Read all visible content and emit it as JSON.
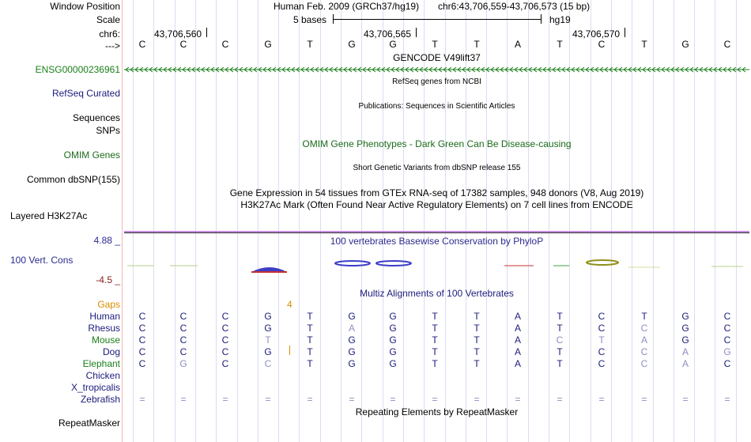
{
  "header": {
    "window_position_label": "Window Position",
    "scale_label": "Scale",
    "chrom_label": "chr6:",
    "arrow_label": "--->",
    "assembly_text": "Human Feb. 2009 (GRCh37/hg19)",
    "position_text": "chr6:43,706,559-43,706,573 (15 bp)",
    "scale_text": "5 bases",
    "db_text": "hg19",
    "coord_ticks": [
      "43,706,560",
      "43,706,565",
      "43,706,570"
    ],
    "reference_bases": [
      "C",
      "C",
      "C",
      "G",
      "T",
      "G",
      "G",
      "T",
      "T",
      "A",
      "T",
      "C",
      "T",
      "G",
      "C"
    ]
  },
  "tracks": {
    "gencode": {
      "title": "GENCODE V49lift37",
      "label": "ENSG00000236961",
      "color": "#1a7f1a"
    },
    "refseq": {
      "title": "RefSeq genes from NCBI",
      "label": "RefSeq Curated",
      "color": "#1b1b7c"
    },
    "publications": {
      "title": "Publications: Sequences in Scientific Articles",
      "label": "Sequences"
    },
    "snps": {
      "label": "SNPs"
    },
    "omim": {
      "title": "OMIM Gene Phenotypes - Dark Green Can Be Disease-causing",
      "label": "OMIM Genes",
      "color": "#1a6b1a"
    },
    "dbsnp": {
      "title": "Short Genetic Variants from dbSNP release 155",
      "label": "Common dbSNP(155)"
    },
    "gtex": {
      "title": "Gene Expression in 54 tissues from GTEx RNA-seq of 17382 samples, 948 donors (V8, Aug 2019)"
    },
    "h3k27ac": {
      "title": "H3K27Ac Mark (Often Found Near Active Regulatory Elements) on 7 cell lines from ENCODE",
      "label": "Layered H3K27Ac"
    },
    "phylop": {
      "title": "100 vertebrates Basewise Conservation by PhyloP",
      "label": "100 Vert. Cons",
      "max": "4.88 _",
      "min": "-4.5 _",
      "color": "#2b2b8f"
    },
    "multiz": {
      "title": "Multiz Alignments of 100 Vertebrates",
      "gaps_label": "Gaps",
      "gap_count": "4"
    },
    "repeatmasker": {
      "title": "Repeating Elements by RepeatMasker",
      "label": "RepeatMasker"
    }
  },
  "alignment": {
    "species": [
      {
        "name": "Human",
        "bases": [
          "C",
          "C",
          "C",
          "G",
          "T",
          "G",
          "G",
          "T",
          "T",
          "A",
          "T",
          "C",
          "T",
          "G",
          "C"
        ],
        "dim": []
      },
      {
        "name": "Rhesus",
        "bases": [
          "C",
          "C",
          "C",
          "G",
          "T",
          "A",
          "G",
          "T",
          "T",
          "A",
          "T",
          "C",
          "C",
          "G",
          "C"
        ],
        "dim": [
          5,
          12
        ]
      },
      {
        "name": "Mouse",
        "bases": [
          "C",
          "C",
          "C",
          "T",
          "T",
          "G",
          "G",
          "T",
          "T",
          "A",
          "C",
          "T",
          "A",
          "G",
          "C"
        ],
        "dim": [
          3,
          10,
          11,
          12
        ]
      },
      {
        "name": "Dog",
        "bases": [
          "C",
          "C",
          "C",
          "G",
          "T",
          "G",
          "G",
          "T",
          "T",
          "A",
          "T",
          "C",
          "C",
          "A",
          "G"
        ],
        "dim": [
          12,
          13,
          14
        ]
      },
      {
        "name": "Elephant",
        "bases": [
          "C",
          "G",
          "C",
          "C",
          "T",
          "G",
          "G",
          "T",
          "T",
          "A",
          "T",
          "C",
          "C",
          "A",
          "C"
        ],
        "dim": [
          1,
          3,
          12,
          13
        ]
      },
      {
        "name": "Chicken",
        "bases": [],
        "dim": []
      },
      {
        "name": "X_tropicalis",
        "bases": [],
        "dim": []
      },
      {
        "name": "Zebrafish",
        "bases": [
          "=",
          "=",
          "=",
          "=",
          "=",
          "=",
          "=",
          "=",
          "=",
          "=",
          "=",
          "=",
          "=",
          "=",
          "="
        ],
        "dim": [
          0,
          1,
          2,
          3,
          4,
          5,
          6,
          7,
          8,
          9,
          10,
          11,
          12,
          13,
          14
        ]
      }
    ]
  }
}
